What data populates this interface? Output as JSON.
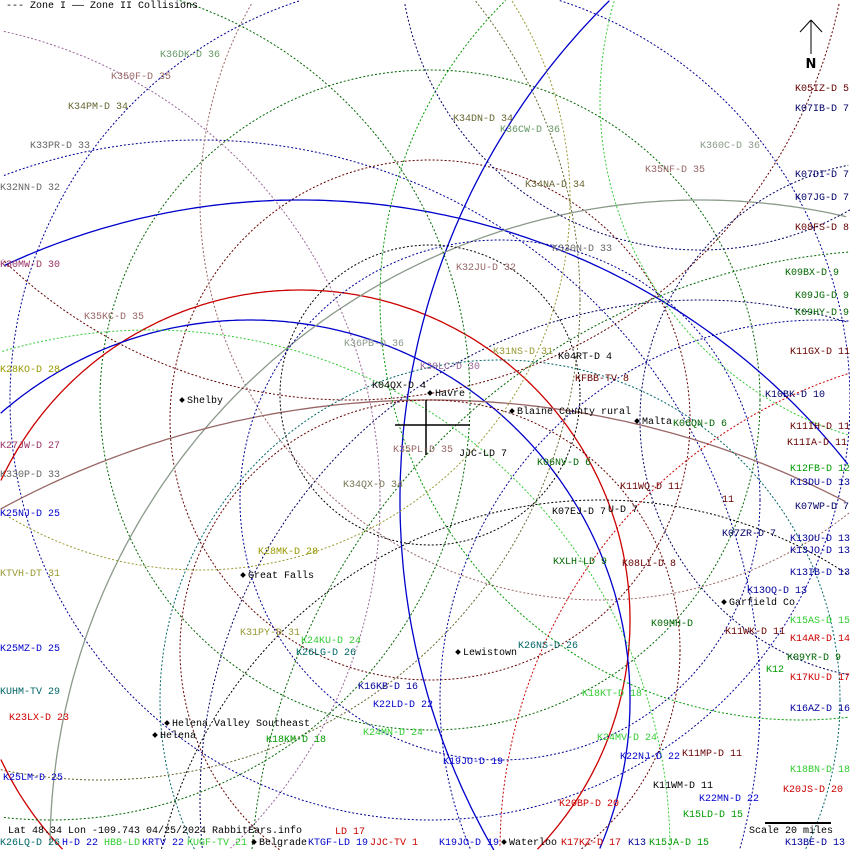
{
  "legend": {
    "zone1": "--- Zone I",
    "zone2": "—— Zone II Collisions"
  },
  "footer": {
    "info": "Lat 48.34 Lon -109.743 04/25/2024 RabbitEars.info",
    "scale": "Scale 20 miles"
  },
  "north_label": "N",
  "cities": [
    "Shelby",
    "Havre",
    "Blaine County rural",
    "Malta",
    "Great Falls",
    "Garfield Co",
    "Lewistown",
    "Helena Valley Southeast",
    "Helena",
    "Belgrade",
    "Waterloo"
  ],
  "stations": [
    {
      "label": "K36DK-D 36",
      "color": "#669966"
    },
    {
      "label": "K350F-D 35",
      "color": "#996666"
    },
    {
      "label": "K34PM-D 34",
      "color": "#666633"
    },
    {
      "label": "K34DN-D 34",
      "color": "#666633"
    },
    {
      "label": "K36CW-D 36",
      "color": "#669966"
    },
    {
      "label": "K33PR-D 33",
      "color": "#666666"
    },
    {
      "label": "K360C-D 36",
      "color": "#8a9a8a"
    },
    {
      "label": "K35NF-D 35",
      "color": "#996666"
    },
    {
      "label": "K32NN-D 32",
      "color": "#666666"
    },
    {
      "label": "K34NA-D 34",
      "color": "#666633"
    },
    {
      "label": "K05IZ-D 5",
      "color": "#660000"
    },
    {
      "label": "K07IB-D 7",
      "color": "#000066"
    },
    {
      "label": "K07DI-D 7",
      "color": "#000066"
    },
    {
      "label": "K07JG-D 7",
      "color": "#000066"
    },
    {
      "label": "K08FS-D 8",
      "color": "#660000"
    },
    {
      "label": "K330N-D 33",
      "color": "#666666"
    },
    {
      "label": "K30MW-D 30",
      "color": "#993366"
    },
    {
      "label": "K32JU-D 32",
      "color": "#996666"
    },
    {
      "label": "K09BX-D 9",
      "color": "#006600"
    },
    {
      "label": "K09JG-D 9",
      "color": "#006600"
    },
    {
      "label": "K09HY-D 9",
      "color": "#006600"
    },
    {
      "label": "K35KC-D 35",
      "color": "#996666"
    },
    {
      "label": "K36PB-D 36",
      "color": "#8a9a8a"
    },
    {
      "label": "K31NS-D 31",
      "color": "#999933"
    },
    {
      "label": "K04RT-D 4",
      "color": "#000000"
    },
    {
      "label": "K11GX-D 11",
      "color": "#660000"
    },
    {
      "label": "K30LC-D 30",
      "color": "#996699"
    },
    {
      "label": "K28KO-D 28",
      "color": "#999900"
    },
    {
      "label": "KFBB-TV 8",
      "color": "#660000"
    },
    {
      "label": "K04QX-D 4",
      "color": "#000000"
    },
    {
      "label": "K10BK-D 10",
      "color": "#000066"
    },
    {
      "label": "K11IH-D 11",
      "color": "#660000"
    },
    {
      "label": "K11IA-D 11",
      "color": "#660000"
    },
    {
      "label": "K27JW-D 27",
      "color": "#993366"
    },
    {
      "label": "K35PL-D 35",
      "color": "#996666"
    },
    {
      "label": "JJC-LD 7",
      "color": "#000000"
    },
    {
      "label": "K06NV-D 6",
      "color": "#006600"
    },
    {
      "label": "K06QN-D 6",
      "color": "#006600"
    },
    {
      "label": "K12FB-D 12",
      "color": "#009900"
    },
    {
      "label": "K13DU-D 13",
      "color": "#000099"
    },
    {
      "label": "K330P-D 33",
      "color": "#666666"
    },
    {
      "label": "K11WQ-D 11",
      "color": "#660000"
    },
    {
      "label": "K34QX-D 34",
      "color": "#777755"
    },
    {
      "label": "11",
      "color": "#660000"
    },
    {
      "label": "K07WP-D 7",
      "color": "#000066"
    },
    {
      "label": "K07EJ-D 7",
      "color": "#000000"
    },
    {
      "label": "U-D 7",
      "color": "#000000"
    },
    {
      "label": "K25NJ-D 25",
      "color": "#0000cc"
    },
    {
      "label": "K07ZR-D 7",
      "color": "#000066"
    },
    {
      "label": "K13OU-D 13",
      "color": "#000099"
    },
    {
      "label": "K13JO-D 13",
      "color": "#000099"
    },
    {
      "label": "K13IB-D 13",
      "color": "#000099"
    },
    {
      "label": "K28MK-D 28",
      "color": "#999900"
    },
    {
      "label": "KXLH-LD 9",
      "color": "#006600"
    },
    {
      "label": "K08LI-D 8",
      "color": "#660000"
    },
    {
      "label": "KTVH-DT 31",
      "color": "#999933"
    },
    {
      "label": "K13OQ-D 13",
      "color": "#000099"
    },
    {
      "label": "K15AS-D 15",
      "color": "#33cc33"
    },
    {
      "label": "K14AR-D 14",
      "color": "#cc0000"
    },
    {
      "label": "K09MH-D",
      "color": "#006600"
    },
    {
      "label": "K11WK-D 11",
      "color": "#660000"
    },
    {
      "label": "K31PY-D 31",
      "color": "#999933"
    },
    {
      "label": "K24KU-D 24",
      "color": "#33cc33"
    },
    {
      "label": "K26LG-D 26",
      "color": "#006666"
    },
    {
      "label": "K26NS-D 26",
      "color": "#006666"
    },
    {
      "label": "K25MZ-D 25",
      "color": "#0000cc"
    },
    {
      "label": "K09YR-D 9",
      "color": "#006600"
    },
    {
      "label": "K17KU-D 17",
      "color": "#cc0000"
    },
    {
      "label": "K12",
      "color": "#009900"
    },
    {
      "label": "KUHM-TV 29",
      "color": "#006666"
    },
    {
      "label": "K16KB-D 16",
      "color": "#000099"
    },
    {
      "label": "K22LD-D 22",
      "color": "#0000cc"
    },
    {
      "label": "K18KT-D 18",
      "color": "#33cc33"
    },
    {
      "label": "K16AZ-D 16",
      "color": "#000099"
    },
    {
      "label": "K23LX-D 23",
      "color": "#cc0000"
    },
    {
      "label": "K18KM-D 18",
      "color": "#009900"
    },
    {
      "label": "K24MN-D 24",
      "color": "#33cc33"
    },
    {
      "label": "K24MV-D 24",
      "color": "#33cc33"
    },
    {
      "label": "K22NJ-D 22",
      "color": "#0000cc"
    },
    {
      "label": "K11MP-D 11",
      "color": "#660000"
    },
    {
      "label": "K19JO-D 19",
      "color": "#0000cc"
    },
    {
      "label": "K18BN-D 18",
      "color": "#33cc33"
    },
    {
      "label": "K20JS-D 20",
      "color": "#cc0000"
    },
    {
      "label": "K25LM-D 25",
      "color": "#0000cc"
    },
    {
      "label": "K11WM-D 11",
      "color": "#000000"
    },
    {
      "label": "K22MN-D 22",
      "color": "#0000cc"
    },
    {
      "label": "K20BP-D 20",
      "color": "#cc0000"
    },
    {
      "label": "K15LD-D 15",
      "color": "#009900"
    },
    {
      "label": "K26LQ-D 26",
      "color": "#006666"
    },
    {
      "label": "H-D 22",
      "color": "#0000cc"
    },
    {
      "label": "HBB-LD",
      "color": "#33cc33"
    },
    {
      "label": "KRTV 22",
      "color": "#0000cc"
    },
    {
      "label": "KUGF-TV 21",
      "color": "#33cc33"
    },
    {
      "label": "KTGF-LD 19",
      "color": "#0000cc"
    },
    {
      "label": "LD 17",
      "color": "#cc0000"
    },
    {
      "label": "JJC-TV 1",
      "color": "#cc0000"
    },
    {
      "label": "K19JO-D 19",
      "color": "#0000cc"
    },
    {
      "label": "K17KZ-D 17",
      "color": "#cc0000"
    },
    {
      "label": "K13",
      "color": "#000099"
    },
    {
      "label": "K15JA-D 15",
      "color": "#009900"
    },
    {
      "label": "K13BE-D 13",
      "color": "#000099"
    }
  ]
}
